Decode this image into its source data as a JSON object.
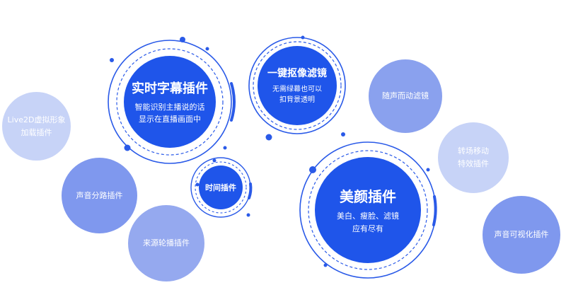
{
  "colors": {
    "primary": "#1f55ea",
    "ring": "#2a5ae8",
    "light": "#c7d3f7",
    "medium": "#8aa1ee"
  },
  "features": {
    "subtitle": {
      "title": "实时字幕插件",
      "line1": "智能识别主播说的话",
      "line2": "显示在直播画面中"
    },
    "cutout": {
      "title": "一键抠像滤镜",
      "line1": "无需绿幕也可以",
      "line2": "扣背景透明"
    },
    "beauty": {
      "title": "美颜插件",
      "line1": "美白、瘦脸、滤镜",
      "line2": "应有尽有"
    },
    "time": {
      "title": "时间插件"
    }
  },
  "plugins": {
    "live2d": {
      "line1": "Live2D虚拟形象",
      "line2": "加载插件"
    },
    "voice": {
      "line1": "声音分路插件"
    },
    "carousel": {
      "line1": "来源轮播插件"
    },
    "follow": {
      "line1": "随声而动滤镜"
    },
    "trans": {
      "line1": "转场移动",
      "line2": "特效插件"
    },
    "visual": {
      "line1": "声音可视化插件"
    }
  }
}
